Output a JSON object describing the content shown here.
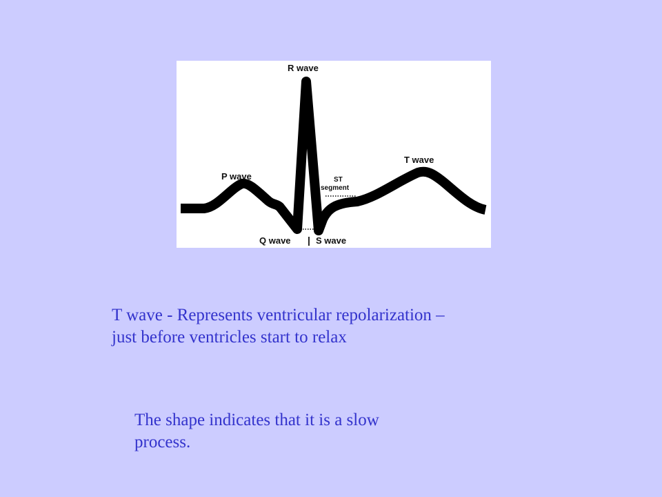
{
  "diagram": {
    "labels": {
      "r_wave": "R wave",
      "p_wave": "P wave",
      "t_wave": "T wave",
      "st_line1": "ST",
      "st_line2": "segment",
      "q_wave": "Q wave",
      "separator": "|",
      "s_wave": "S wave"
    }
  },
  "text": {
    "line1": "T wave - Represents ventricular repolarization –",
    "line2": "just before ventricles start to relax",
    "note_line1": "The shape indicates that it is a slow",
    "note_line2": "process."
  },
  "colors": {
    "background": "#ccccff",
    "text": "#3333cc",
    "figure_background": "#ffffff",
    "trace": "#000000"
  }
}
